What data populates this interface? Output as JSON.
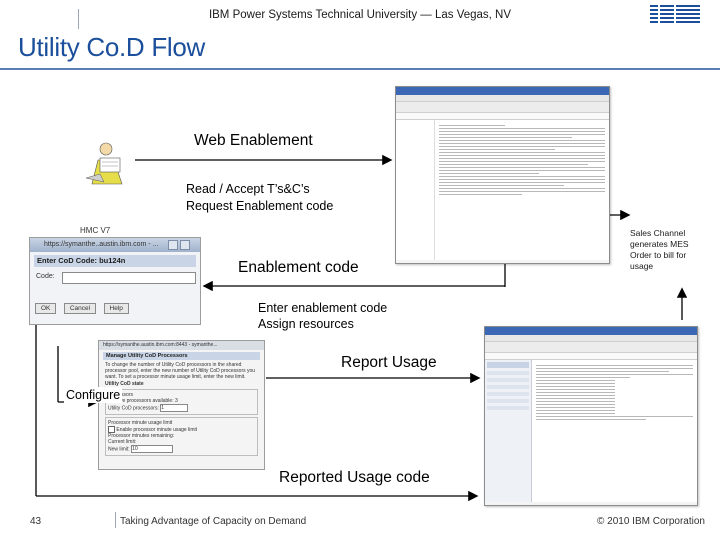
{
  "header": {
    "title": "IBM Power Systems Technical University — Las Vegas, NV",
    "logo_text": "IBM",
    "brand_color": "#1b4f9c"
  },
  "page_title": "Utility Co.D Flow",
  "flow": {
    "web_enablement": "Web Enablement",
    "read_accept": "Read / Accept T’s&C’s",
    "request_code": "Request Enablement code",
    "hmc_label": "HMC V7",
    "enablement_code": "Enablement code",
    "sales_channel": [
      "Sales Channel",
      "generates MES",
      "Order to bill for",
      "usage"
    ],
    "enter_code": "Enter enablement code",
    "assign_resources": "Assign resources",
    "report_usage": "Report Usage",
    "configure": "Configure",
    "reported_usage_code": "Reported Usage code"
  },
  "hmc_dialog": {
    "title": "https://symanthe..austin.ibm.com - ...",
    "heading": "Enter CoD Code: bu124n",
    "code_label": "Code:",
    "buttons": [
      "OK",
      "Cancel",
      "Help"
    ]
  },
  "utility_dialog": {
    "title": "https://symanthe.austin.ibm.com:8443 - symanthe...",
    "heading": "Manage Utility CoD Processors",
    "intro": "To change the number of Utility CoD processors in the shared processor pool, enter the new number of Utility CoD processors you want. To set a processor minute usage limit, enter the new limit.",
    "section": "Utility CoD state",
    "processors_group": "Processors",
    "inactive_label": "Inactive processors available:",
    "inactive_value": "3",
    "utility_label": "Utility CoD processors:",
    "utility_value": "1",
    "limit_group": "Processor minute usage limit",
    "enable_limit": "Enable processor minute usage limit",
    "remaining": "Processor minutes remaining:",
    "current_limit": "Current limit:",
    "new_limit": "New limit:",
    "new_limit_value": "10"
  },
  "footer": {
    "page_number": "43",
    "text": "Taking Advantage of Capacity on Demand",
    "copyright": "© 2010 IBM Corporation"
  }
}
